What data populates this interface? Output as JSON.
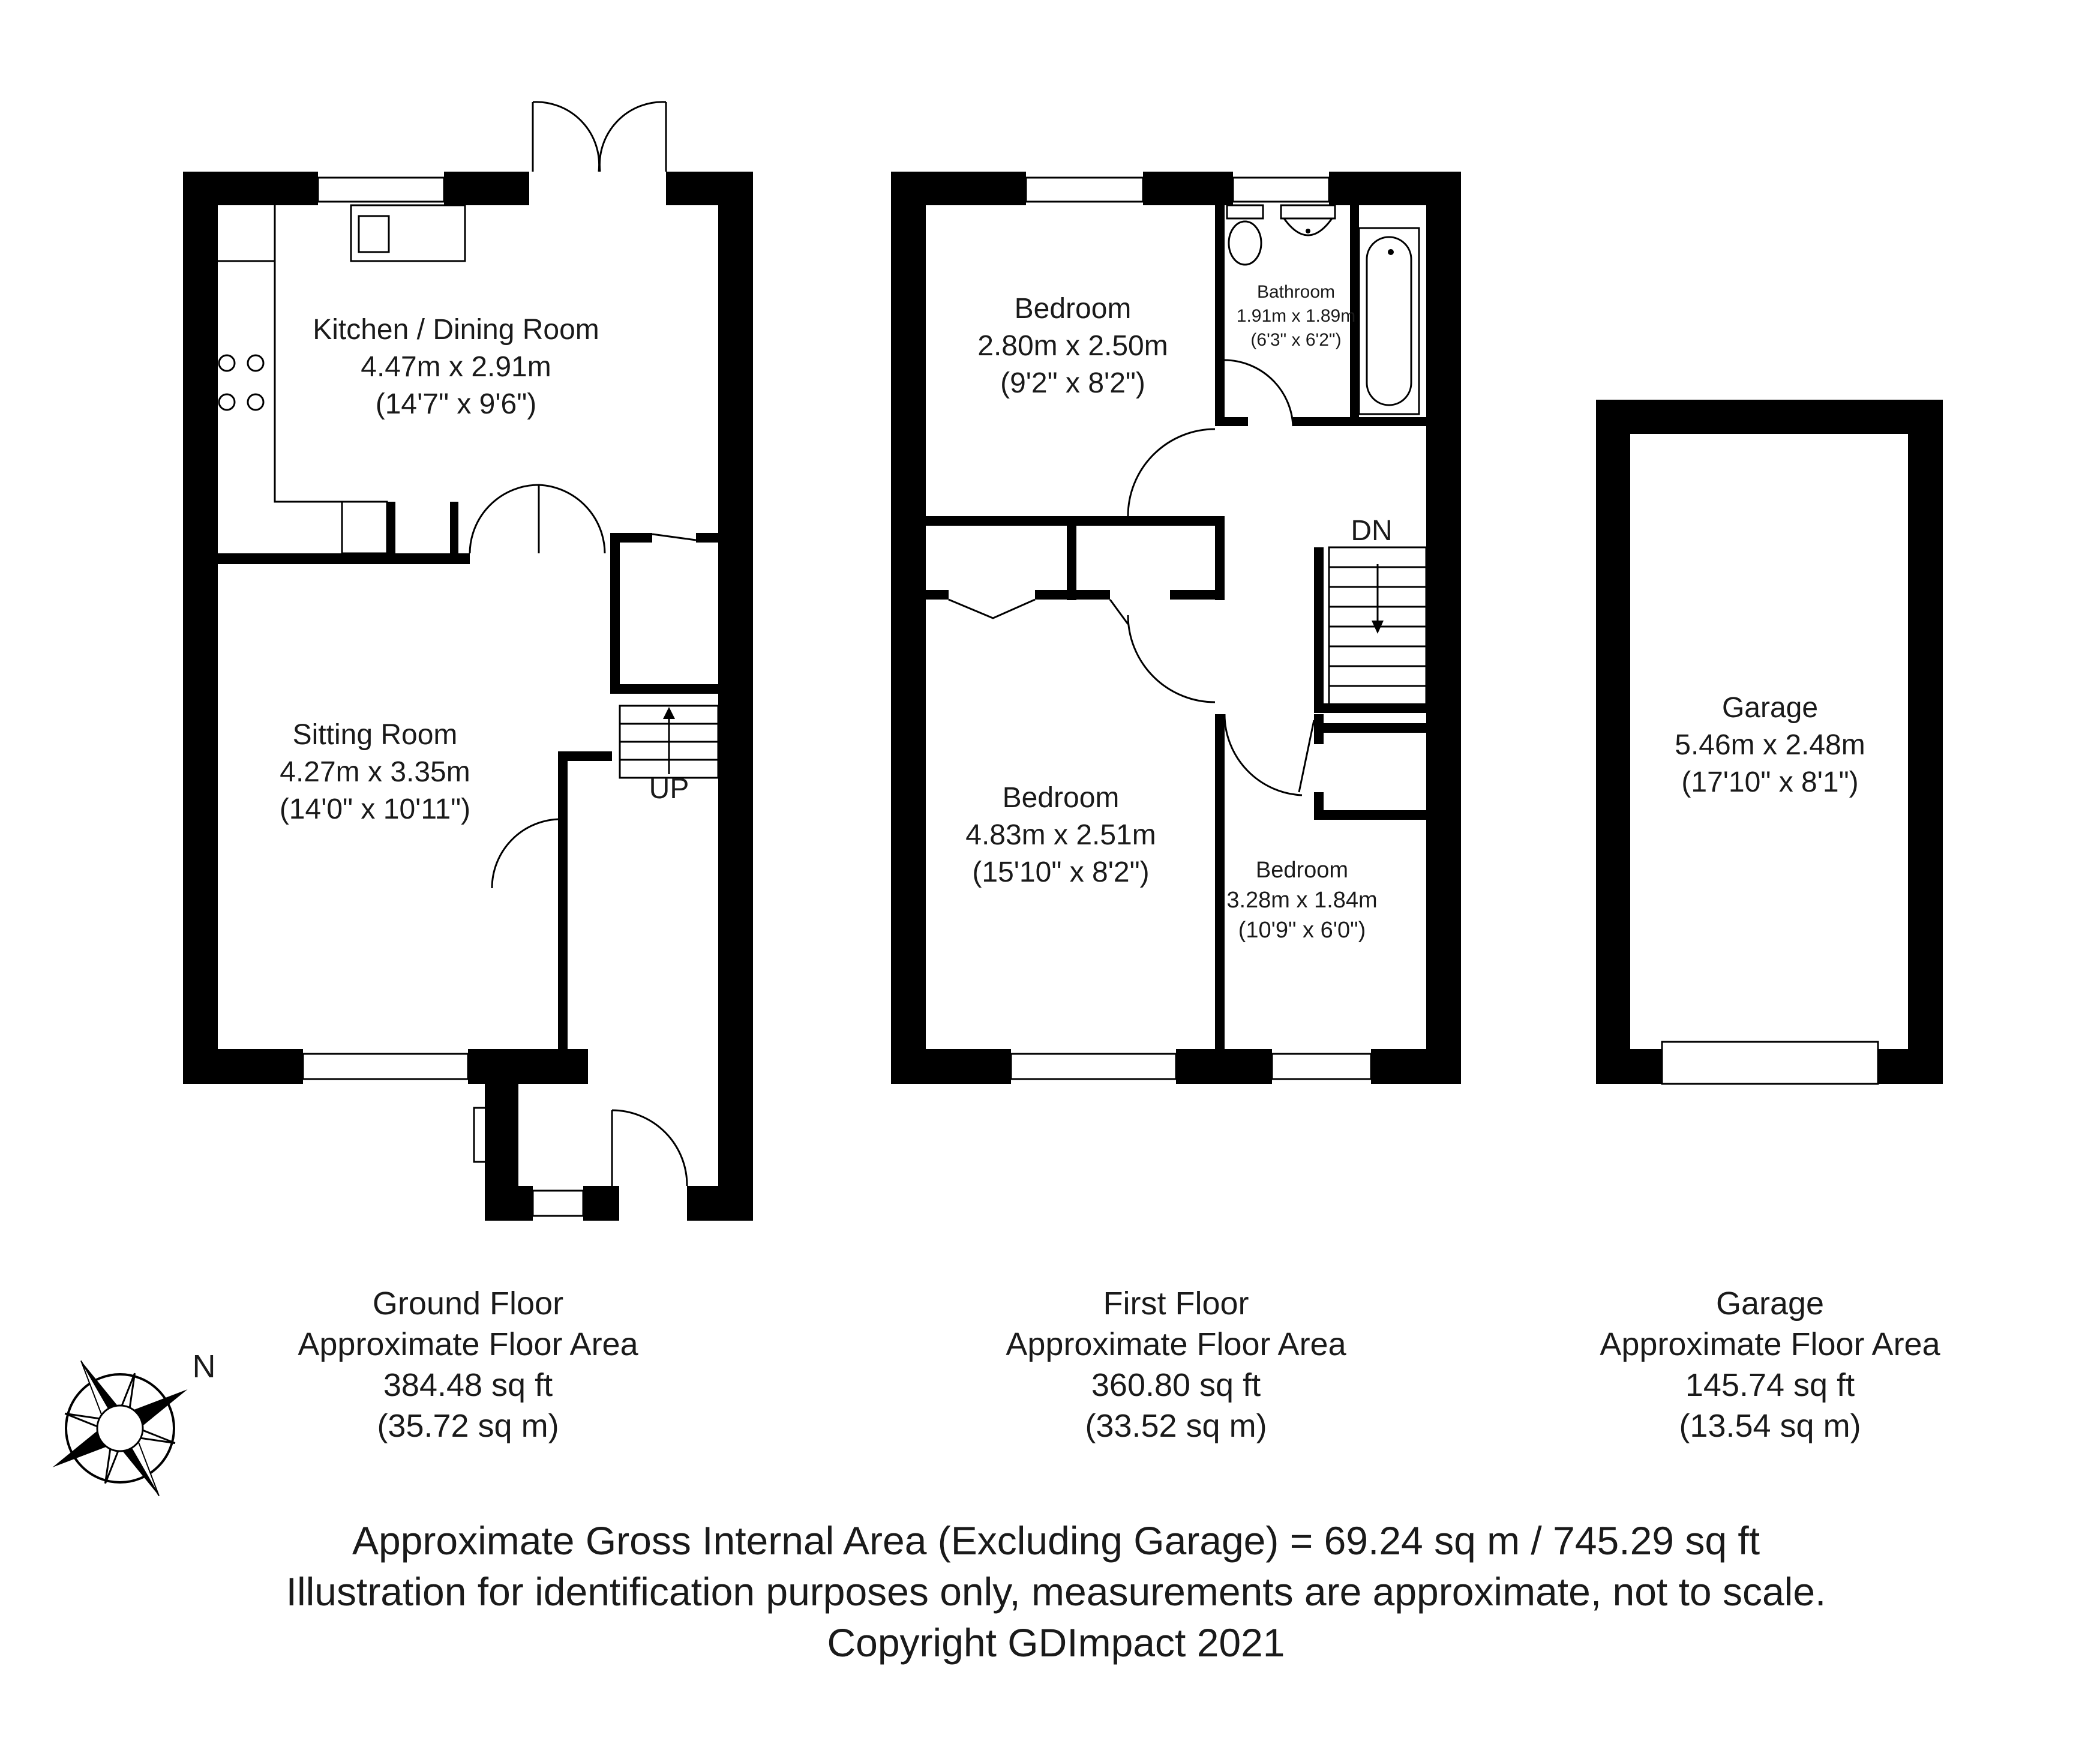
{
  "floors": {
    "ground": {
      "rooms": {
        "kitchen": {
          "name": "Kitchen / Dining Room",
          "metric": "4.47m x 2.91m",
          "imperial": "(14'7\" x 9'6\")"
        },
        "sitting": {
          "name": "Sitting Room",
          "metric": "4.27m x 3.35m",
          "imperial": "(14'0\" x 10'11\")"
        }
      },
      "stair_label": "UP",
      "caption": {
        "title": "Ground Floor",
        "subtitle": "Approximate Floor Area",
        "sqft": "384.48 sq ft",
        "sqm": "(35.72 sq m)"
      }
    },
    "first": {
      "rooms": {
        "bedroom1": {
          "name": "Bedroom",
          "metric": "2.80m x 2.50m",
          "imperial": "(9'2\" x 8'2\")"
        },
        "bathroom": {
          "name": "Bathroom",
          "metric": "1.91m x 1.89m",
          "imperial": "(6'3\" x 6'2\")"
        },
        "bedroom2": {
          "name": "Bedroom",
          "metric": "4.83m x 2.51m",
          "imperial": "(15'10\" x 8'2\")"
        },
        "bedroom3": {
          "name": "Bedroom",
          "metric": "3.28m x 1.84m",
          "imperial": "(10'9\" x 6'0\")"
        }
      },
      "stair_label": "DN",
      "caption": {
        "title": "First Floor",
        "subtitle": "Approximate Floor Area",
        "sqft": "360.80 sq ft",
        "sqm": "(33.52 sq m)"
      }
    },
    "garage": {
      "rooms": {
        "garage": {
          "name": "Garage",
          "metric": "5.46m x 2.48m",
          "imperial": "(17'10\" x 8'1\")"
        }
      },
      "caption": {
        "title": "Garage",
        "subtitle": "Approximate Floor Area",
        "sqft": "145.74 sq ft",
        "sqm": "(13.54 sq m)"
      }
    }
  },
  "compass": {
    "label": "N"
  },
  "footer": {
    "line1": "Approximate Gross Internal Area (Excluding Garage) = 69.24 sq m / 745.29 sq ft",
    "line2": "Illustration for identification purposes only, measurements are approximate, not to scale.",
    "line3": "Copyright GDImpact 2021"
  }
}
